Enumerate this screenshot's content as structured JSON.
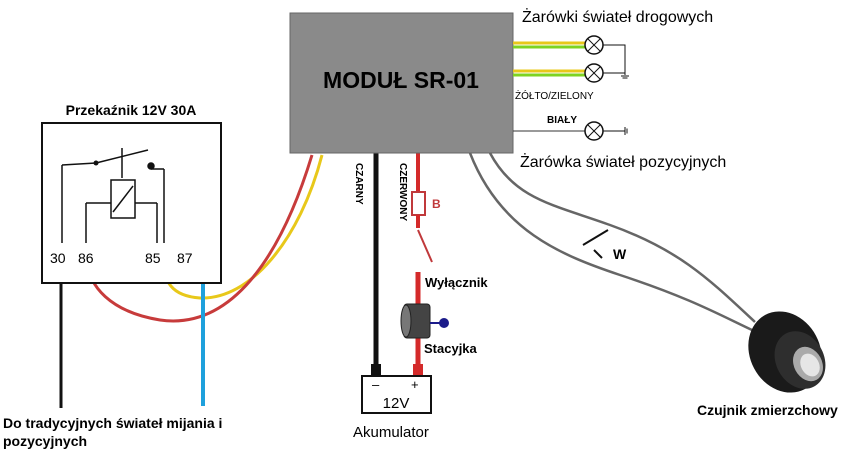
{
  "module": {
    "title": "MODUŁ SR-01"
  },
  "relay": {
    "title": "Przekaźnik 12V 30A",
    "pins": [
      "30",
      "86",
      "85",
      "87"
    ]
  },
  "lamps": {
    "high_beam": "Żarówki świateł drogowych",
    "position": "Żarówka świateł pozycyjnych"
  },
  "wires": {
    "yellow_green": "ŻÓŁTO/ZIELONY",
    "white": "BIAŁY",
    "black": "CZARNY",
    "red": "CZERWONY"
  },
  "fuse": {
    "label": "B"
  },
  "switch_w": {
    "label": "W"
  },
  "ignition_switch": {
    "label": "Wyłącznik"
  },
  "ignition": {
    "label": "Stacyjka"
  },
  "battery": {
    "minus": "–",
    "plus": "+",
    "voltage": "12V",
    "label": "Akumulator"
  },
  "sensor": {
    "label": "Czujnik zmierzchowy"
  },
  "output": {
    "line1": "Do tradycyjnych świateł mijania i",
    "line2": "pozycyjnych"
  },
  "colors": {
    "module_fill": "#8a8a8a",
    "red_wire": "#d42a2a",
    "yellow_wire": "#e8c81a",
    "green_wire": "#7ed321",
    "blue_wire": "#1ea0dc",
    "fuse_color": "#c0393b"
  }
}
